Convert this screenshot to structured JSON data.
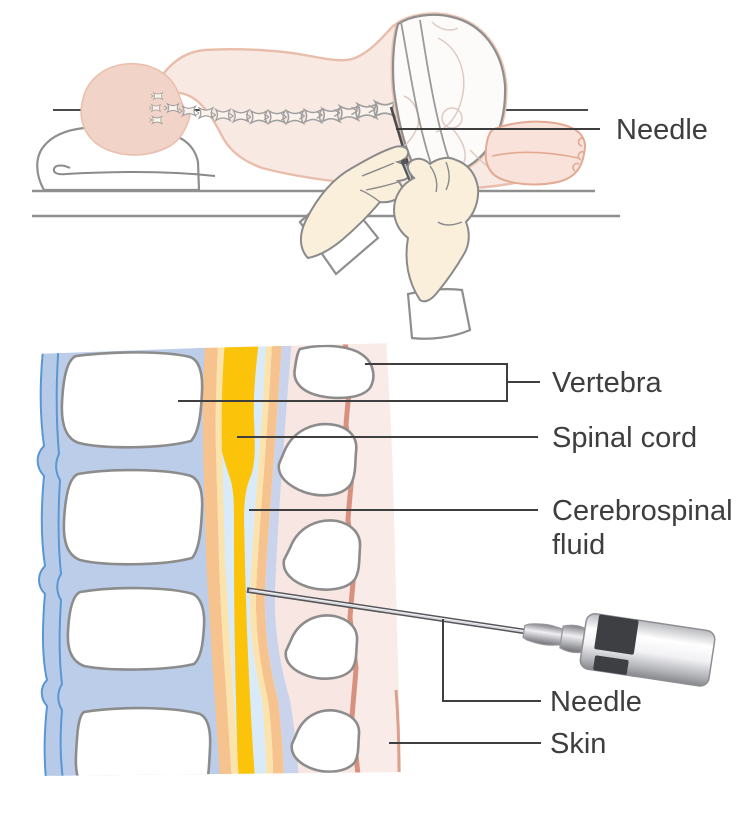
{
  "diagram_title_hidden": "",
  "top_figure": {
    "needle_label": "Needle"
  },
  "cross_section": {
    "labels": {
      "vertebra": "Vertebra",
      "spinal_cord": "Spinal cord",
      "cerebrospinal_fluid": "Cerebrospinal fluid",
      "needle": "Needle",
      "skin": "Skin"
    }
  },
  "palette": {
    "label_text": "#3e3e3e",
    "leader_line": "#424242",
    "bed_line": "#8f8f8f",
    "body_pink": "#f9e9e3",
    "head_pink": "#f1d4c7",
    "body_outline": "#e9bdab",
    "glove_cream": "#f9efdb",
    "sleeve_white": "#ffffff",
    "left_ligament_blue": "#b7cbe9",
    "ligament_edge_blue": "#5a96d2",
    "disc_blue": "#bccde9",
    "posterior_blue": "#9db8e2",
    "vertebra_white": "#ffffff",
    "vertebra_outline": "#8c8c8c",
    "epidural_orange": "#f6c38f",
    "dura_cream": "#fbe3ad",
    "csf_blue": "#d9eaf9",
    "cord_yellow": "#fcc30b",
    "flavum_lavender": "#c9d4ec",
    "tissue_pink": "#f7e6e2",
    "subcutis_pink": "#f9ebe7",
    "skin_line_brown": "#d8917f",
    "needle_metal_dark": "#55555a",
    "syringe_grip_dark": "#3e3f43"
  }
}
